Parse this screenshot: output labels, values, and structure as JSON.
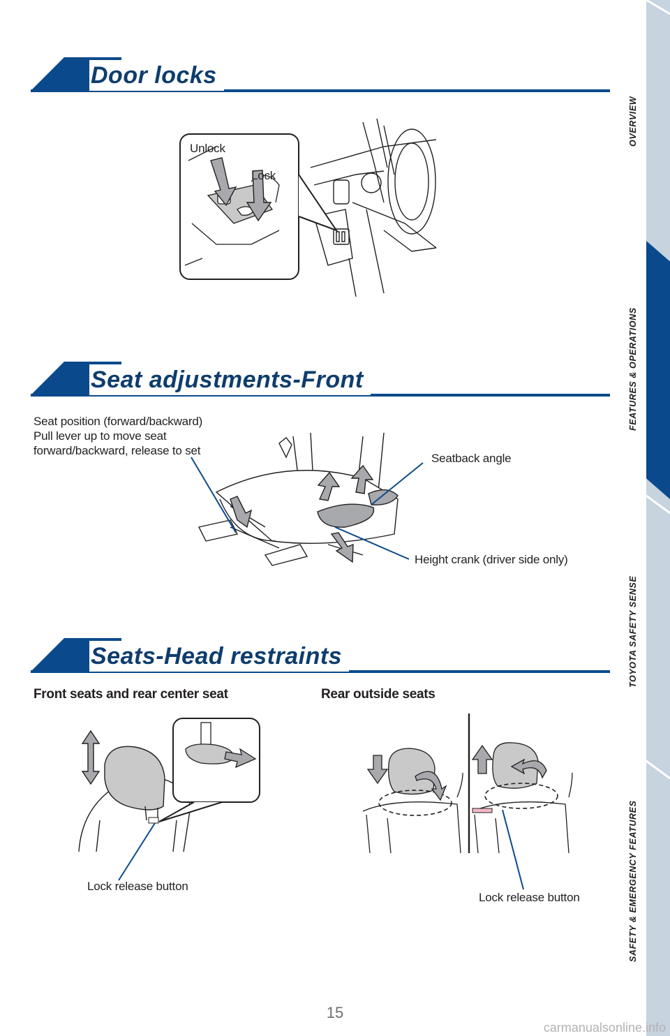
{
  "sections": {
    "door_locks": {
      "title": "Door locks"
    },
    "seat_front": {
      "title": "Seat adjustments-Front"
    },
    "head_restraints": {
      "title": "Seats-Head restraints"
    }
  },
  "door_locks": {
    "unlock_label": "Unlock",
    "lock_label": "Lock"
  },
  "seat_front": {
    "position_label": "Seat position (forward/backward)\nPull lever up to move seat\nforward/backward, release to set",
    "seatback_label": "Seatback angle",
    "height_label": "Height crank (driver side only)"
  },
  "head_restraints": {
    "front_heading": "Front seats and rear center seat",
    "rear_heading": "Rear outside seats",
    "front_lock_label": "Lock release button",
    "rear_lock_label": "Lock release button"
  },
  "sidebar": {
    "items": [
      {
        "label": "OVERVIEW"
      },
      {
        "label": "FEATURES & OPERATIONS"
      },
      {
        "label": "TOYOTA SAFETY SENSE"
      },
      {
        "label": "SAFETY & EMERGENCY FEATURES"
      }
    ]
  },
  "page_number": "15",
  "watermark": "carmanualsonline.info",
  "colors": {
    "brand_blue": "#0a4a8c",
    "sidebar_bg": "#c7d3df",
    "callout_line": "#0a4a8c"
  }
}
